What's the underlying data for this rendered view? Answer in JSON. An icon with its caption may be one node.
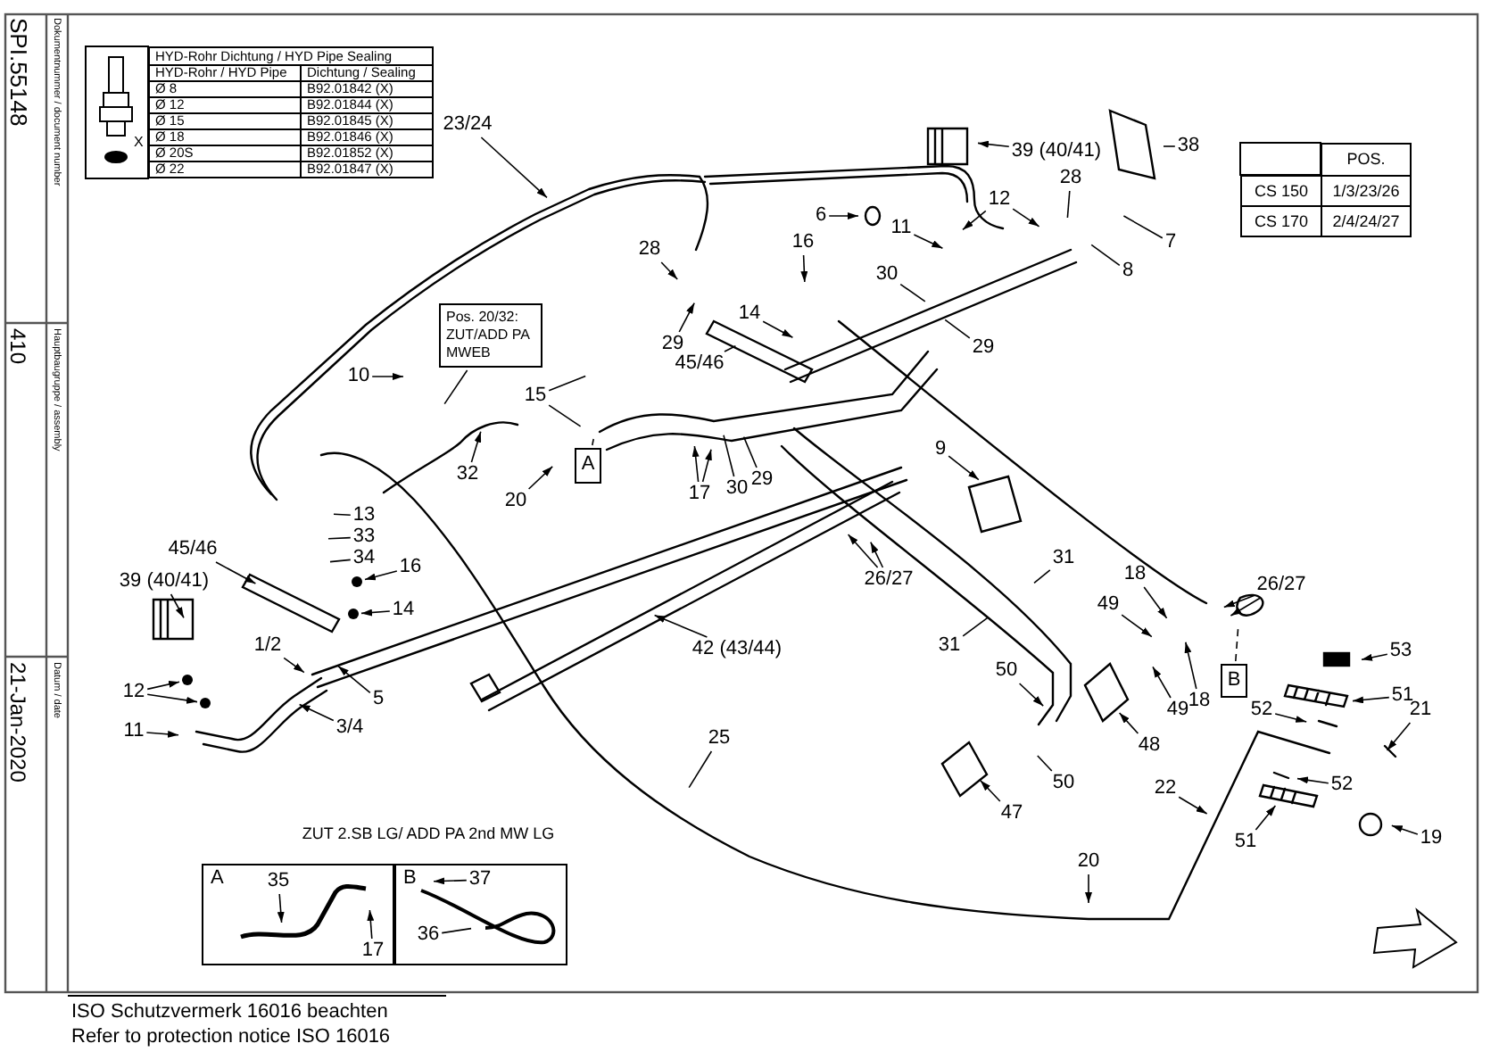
{
  "diagram": {
    "nodes": [
      {
        "text": [
          "23/24"
        ]
      },
      {
        "text": [
          "39 (40/41)"
        ]
      },
      {
        "text": [
          "38"
        ]
      },
      {
        "text": [
          "28"
        ]
      },
      {
        "text": [
          "12"
        ]
      },
      {
        "text": [
          "6"
        ]
      },
      {
        "text": [
          "11"
        ]
      },
      {
        "text": [
          "7"
        ]
      },
      {
        "text": [
          "16"
        ]
      },
      {
        "text": [
          "28"
        ]
      },
      {
        "text": [
          "8"
        ]
      },
      {
        "text": [
          "30"
        ]
      },
      {
        "text": [
          "14"
        ]
      },
      {
        "text": [
          "Pos. 20/32: ZUT/ADD PA MWEB"
        ]
      },
      {
        "text": [
          "29"
        ]
      },
      {
        "text": [
          "29"
        ]
      },
      {
        "text": [
          "45/46"
        ]
      },
      {
        "text": [
          "10"
        ]
      },
      {
        "text": [
          "15"
        ]
      },
      {
        "text": [
          "A"
        ]
      },
      {
        "text": [
          "32"
        ]
      },
      {
        "text": [
          "9"
        ]
      },
      {
        "text": [
          "29"
        ]
      },
      {
        "text": [
          "30"
        ]
      },
      {
        "text": [
          "17"
        ]
      },
      {
        "text": [
          "20"
        ]
      },
      {
        "text": [
          "13"
        ]
      },
      {
        "text": [
          "33"
        ]
      },
      {
        "text": [
          "45/46"
        ]
      },
      {
        "text": [
          "34"
        ]
      },
      {
        "text": [
          "31"
        ]
      },
      {
        "text": [
          "16"
        ]
      },
      {
        "text": [
          "39 (40/41)"
        ]
      },
      {
        "text": [
          "26/27"
        ]
      },
      {
        "text": [
          "26/27"
        ]
      },
      {
        "text": [
          "18"
        ]
      },
      {
        "text": [
          "14"
        ]
      },
      {
        "text": [
          "49"
        ]
      },
      {
        "text": [
          "31"
        ]
      },
      {
        "text": [
          "42 (43/44)"
        ]
      },
      {
        "text": [
          "53"
        ]
      },
      {
        "text": [
          "1/2"
        ]
      },
      {
        "text": [
          "B"
        ]
      },
      {
        "text": [
          "50"
        ]
      },
      {
        "text": [
          "18"
        ]
      },
      {
        "text": [
          "51"
        ]
      },
      {
        "text": [
          "49"
        ]
      },
      {
        "text": [
          "12"
        ]
      },
      {
        "text": [
          "5"
        ]
      },
      {
        "text": [
          "52"
        ]
      },
      {
        "text": [
          "3/4"
        ]
      },
      {
        "text": [
          "11"
        ]
      },
      {
        "text": [
          "21"
        ]
      },
      {
        "text": [
          "25"
        ]
      },
      {
        "text": [
          "48"
        ]
      },
      {
        "text": [
          "52"
        ]
      },
      {
        "text": [
          "50"
        ]
      },
      {
        "text": [
          "22"
        ]
      },
      {
        "text": [
          "47"
        ]
      },
      {
        "text": [
          "51"
        ]
      },
      {
        "text": [
          "19"
        ]
      },
      {
        "text": [
          "20"
        ]
      },
      {
        "text": [
          "A"
        ]
      },
      {
        "text": [
          "B"
        ]
      },
      {
        "text": [
          "35"
        ],
        "in": 62
      },
      {
        "text": [
          "17"
        ],
        "in": 62
      },
      {
        "text": [
          "37"
        ],
        "in": 63
      },
      {
        "text": [
          "36"
        ],
        "in": 63
      },
      {
        "text": [],
        "shape": "circle"
      },
      {
        "text": [],
        "shape": "circle"
      },
      {
        "text": [],
        "shape": "circle"
      },
      {
        "text": [],
        "shape": "circle"
      }
    ],
    "edges": [
      {
        "from": 0,
        "to": null,
        "arrow": "to"
      },
      {
        "from": 1,
        "to": null,
        "arrow": "to"
      },
      {
        "from": 2,
        "to": null,
        "arrow": "none"
      },
      {
        "from": 3,
        "to": null,
        "arrow": "none"
      },
      {
        "from": 4,
        "to": null,
        "arrow": "to"
      },
      {
        "from": 4,
        "to": null,
        "arrow": "to"
      },
      {
        "from": 5,
        "to": null,
        "arrow": "to"
      },
      {
        "from": 6,
        "to": null,
        "arrow": "to"
      },
      {
        "from": 7,
        "to": null,
        "arrow": "none"
      },
      {
        "from": 8,
        "to": null,
        "arrow": "to"
      },
      {
        "from": 9,
        "to": null,
        "arrow": "to"
      },
      {
        "from": 10,
        "to": null,
        "arrow": "none"
      },
      {
        "from": 11,
        "to": null,
        "arrow": "none"
      },
      {
        "from": 12,
        "to": null,
        "arrow": "to"
      },
      {
        "from": 13,
        "to": null,
        "arrow": "none"
      },
      {
        "from": 14,
        "to": null,
        "arrow": "to"
      },
      {
        "from": 15,
        "to": null,
        "arrow": "none"
      },
      {
        "from": 16,
        "to": null,
        "arrow": "none"
      },
      {
        "from": 17,
        "to": null,
        "arrow": "to"
      },
      {
        "from": 18,
        "to": null,
        "arrow": "none"
      },
      {
        "from": 18,
        "to": null,
        "arrow": "none"
      },
      {
        "from": 19,
        "to": null,
        "arrow": "none"
      },
      {
        "from": 20,
        "to": null,
        "arrow": "to"
      },
      {
        "from": 21,
        "to": null,
        "arrow": "to"
      },
      {
        "from": 22,
        "to": null,
        "arrow": "none"
      },
      {
        "from": 23,
        "to": null,
        "arrow": "none"
      },
      {
        "from": 24,
        "to": null,
        "arrow": "to"
      },
      {
        "from": 24,
        "to": null,
        "arrow": "to"
      },
      {
        "from": 25,
        "to": null,
        "arrow": "to"
      },
      {
        "from": 26,
        "to": null,
        "arrow": "none"
      },
      {
        "from": 27,
        "to": null,
        "arrow": "none"
      },
      {
        "from": 28,
        "to": null,
        "arrow": "to"
      },
      {
        "from": 29,
        "to": null,
        "arrow": "none"
      },
      {
        "from": 30,
        "to": null,
        "arrow": "none"
      },
      {
        "from": 31,
        "to": 68,
        "arrow": "to"
      },
      {
        "from": 32,
        "to": null,
        "arrow": "to"
      },
      {
        "from": 33,
        "to": null,
        "arrow": "to"
      },
      {
        "from": 33,
        "to": null,
        "arrow": "to"
      },
      {
        "from": 34,
        "to": null,
        "arrow": "to"
      },
      {
        "from": 34,
        "to": null,
        "arrow": "to"
      },
      {
        "from": 35,
        "to": null,
        "arrow": "to"
      },
      {
        "from": 36,
        "to": 69,
        "arrow": "to"
      },
      {
        "from": 37,
        "to": null,
        "arrow": "to"
      },
      {
        "from": 38,
        "to": null,
        "arrow": "none"
      },
      {
        "from": 39,
        "to": null,
        "arrow": "to"
      },
      {
        "from": 40,
        "to": null,
        "arrow": "to"
      },
      {
        "from": 41,
        "to": null,
        "arrow": "to"
      },
      {
        "from": 42,
        "to": null,
        "arrow": "none",
        "style": "dashed"
      },
      {
        "from": 43,
        "to": null,
        "arrow": "to"
      },
      {
        "from": 44,
        "to": null,
        "arrow": "to"
      },
      {
        "from": 45,
        "to": null,
        "arrow": "to"
      },
      {
        "from": 46,
        "to": null,
        "arrow": "to"
      },
      {
        "from": 47,
        "to": 70,
        "arrow": "to"
      },
      {
        "from": 47,
        "to": 71,
        "arrow": "to"
      },
      {
        "from": 48,
        "to": null,
        "arrow": "to"
      },
      {
        "from": 49,
        "to": null,
        "arrow": "to"
      },
      {
        "from": 50,
        "to": null,
        "arrow": "to"
      },
      {
        "from": 51,
        "to": null,
        "arrow": "to"
      },
      {
        "from": 52,
        "to": null,
        "arrow": "to"
      },
      {
        "from": 53,
        "to": null,
        "arrow": "none"
      },
      {
        "from": 54,
        "to": null,
        "arrow": "to"
      },
      {
        "from": 55,
        "to": null,
        "arrow": "to"
      },
      {
        "from": 56,
        "to": null,
        "arrow": "none"
      },
      {
        "from": 57,
        "to": null,
        "arrow": "to"
      },
      {
        "from": 58,
        "to": null,
        "arrow": "to"
      },
      {
        "from": 59,
        "to": null,
        "arrow": "to"
      },
      {
        "from": 60,
        "to": null,
        "arrow": "to"
      },
      {
        "from": 61,
        "to": null,
        "arrow": "to"
      },
      {
        "from": 64,
        "to": null,
        "arrow": "to"
      },
      {
        "from": 65,
        "to": null,
        "arrow": "to"
      },
      {
        "from": 66,
        "to": null,
        "arrow": "to"
      },
      {
        "from": 67,
        "to": null,
        "arrow": "none"
      }
    ],
    "labels": [
      "SPI.55148",
      "Dokumentnummer / document number",
      "410",
      "Hauptbaugruppe / assembly",
      "21-Jan-2020",
      "Datum / date",
      "HYD-Rohr Dichtung / HYD Pipe Sealing",
      "HYD-Rohr / HYD Pipe",
      "Dichtung / Sealing",
      "Ø 8",
      "B92.01842 (X)",
      "Ø 12",
      "B92.01844 (X)",
      "Ø 15",
      "B92.01845 (X)",
      "Ø 18",
      "B92.01846 (X)",
      "Ø 20S",
      "B92.01852 (X)",
      "Ø 22",
      "B92.01847 (X)",
      "X",
      "POS.",
      "CS 150",
      "1/3/23/26",
      "CS 170",
      "2/4/24/27",
      "ZUT 2.SB LG/ ADD PA 2nd MW LG",
      "ISO Schutzvermerk 16016 beachten",
      "Refer to protection notice ISO 16016"
    ]
  }
}
